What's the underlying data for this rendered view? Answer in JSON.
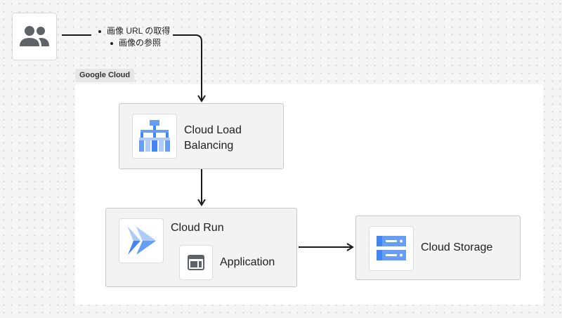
{
  "users": {
    "icon": "users-icon",
    "notes": [
      "画像 URL の取得",
      "画像の参照"
    ]
  },
  "cloud": {
    "label": "Google Cloud"
  },
  "nodes": {
    "load_balancing": {
      "label_line1": "Cloud Load",
      "label_line2": "Balancing",
      "icon": "load-balancing-icon"
    },
    "cloud_run": {
      "label": "Cloud Run",
      "icon": "cloud-run-icon"
    },
    "application": {
      "label": "Application",
      "icon": "application-window-icon"
    },
    "cloud_storage": {
      "label": "Cloud Storage",
      "icon": "cloud-storage-icon"
    }
  },
  "colors": {
    "gcp_blue_dark": "#4285f4",
    "gcp_blue_mid": "#669df6",
    "gcp_blue_light": "#aecbfa",
    "icon_gray": "#5f6368",
    "arrow": "#1a1a1a"
  }
}
